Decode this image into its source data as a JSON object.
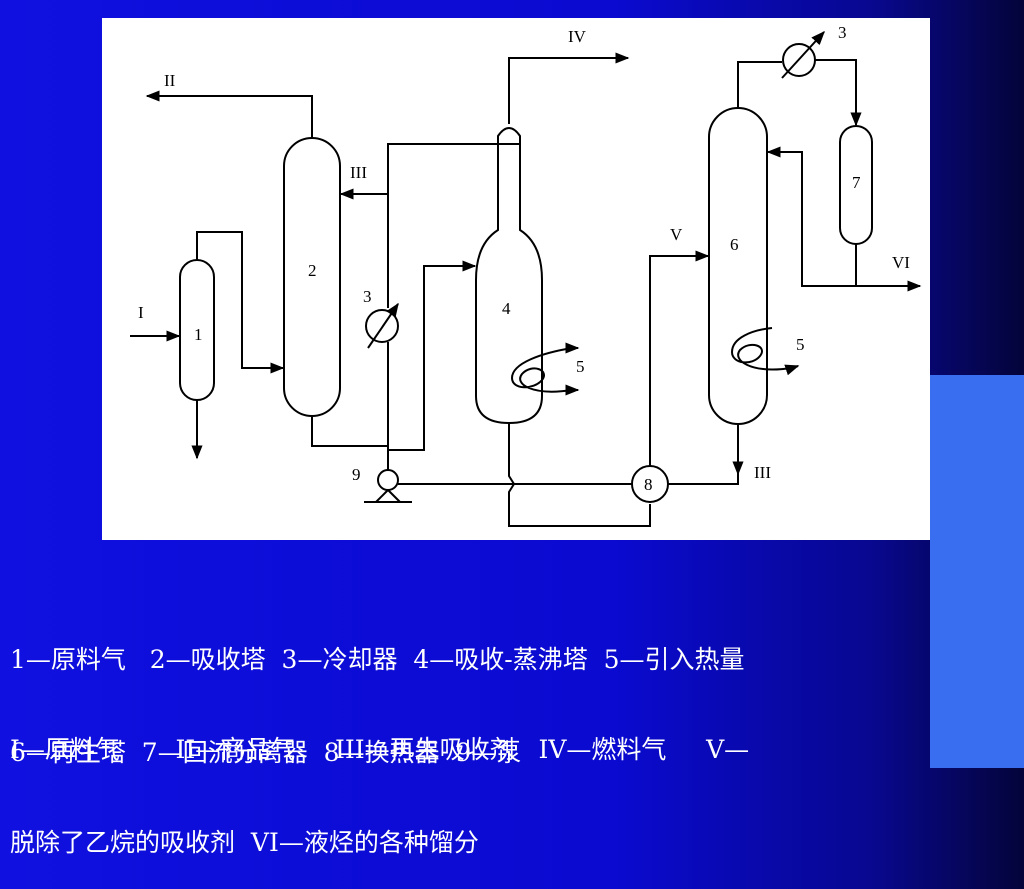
{
  "diagram": {
    "labels": {
      "stream_I": "I",
      "stream_II": "II",
      "stream_III_top": "III",
      "stream_IV": "IV",
      "stream_V": "V",
      "stream_VI": "VI",
      "stream_III_bottom": "III",
      "unit_1": "1",
      "unit_2": "2",
      "unit_3_left": "3",
      "unit_4": "4",
      "unit_5_left": "5",
      "unit_6": "6",
      "unit_5_right": "5",
      "unit_3_right": "3",
      "unit_7": "7",
      "unit_8": "8",
      "unit_9": "9"
    }
  },
  "legend": {
    "line1": "1—原料气   2—吸收塔  3—冷却器  4—吸收-蒸沸塔  5—引入热量",
    "line2": "6—再生塔  7—回流分离器  8—换热器  9—泵",
    "line3": "I—原料气       II—商品气     III—再生吸收剂   IV—燃料气     V—",
    "line4": "脱除了乙烷的吸收剂  VI—液烃的各种馏分"
  },
  "colors": {
    "background": "#1010e0",
    "panel": "#ffffff",
    "line": "#000000",
    "legend_text": "#ffffff"
  }
}
